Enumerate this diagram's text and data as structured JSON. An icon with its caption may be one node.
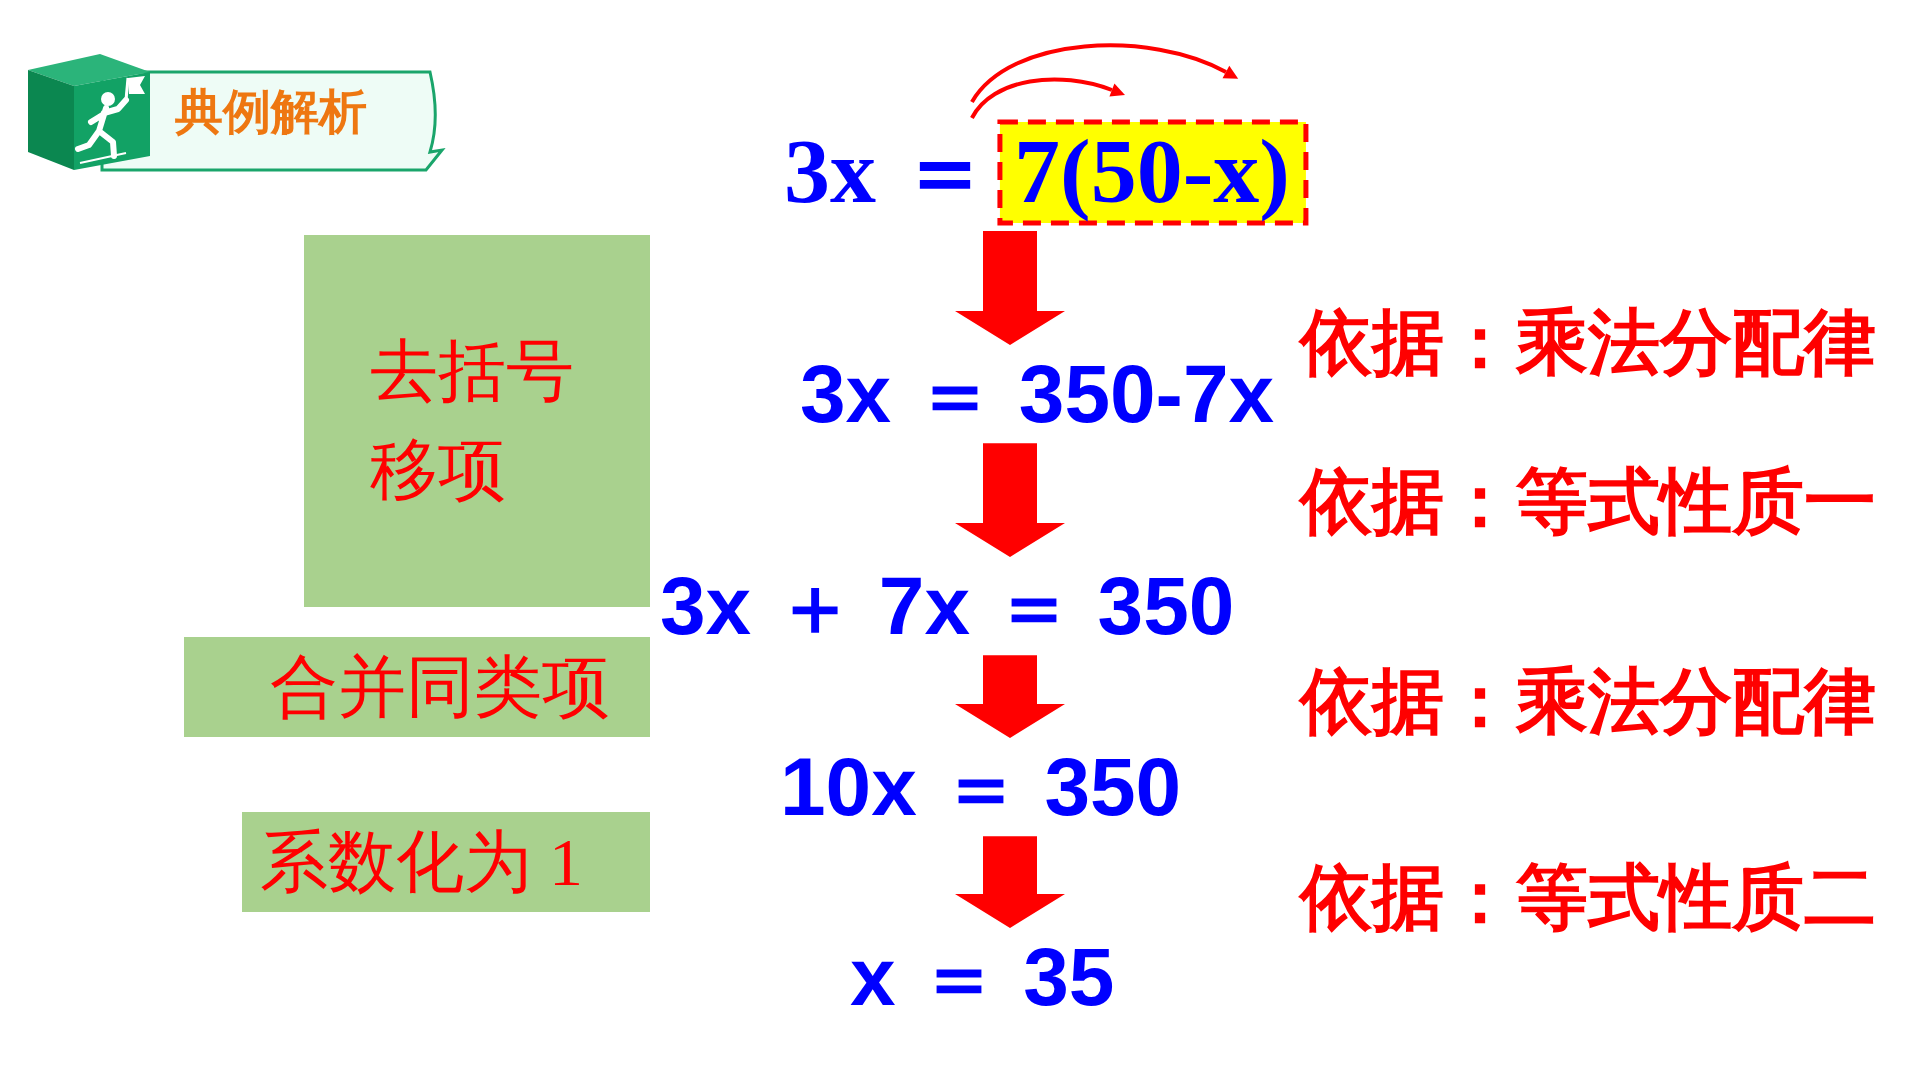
{
  "diagram": {
    "title": "典例解析",
    "nodes": [
      {
        "text": [
          "3x ＝ 7(50-x)"
        ]
      },
      {
        "text": [
          "3x ＝ 350-7x"
        ]
      },
      {
        "text": [
          "3x ＋ 7x ＝ 350"
        ]
      },
      {
        "text": [
          "10x ＝ 350"
        ]
      },
      {
        "text": [
          "x ＝ 35"
        ]
      },
      {
        "text": [
          "去括号移项"
        ]
      },
      {
        "text": [
          "合并同类项"
        ]
      },
      {
        "text": [
          "系数化为 1"
        ]
      }
    ],
    "edges": [
      {
        "from": 0,
        "to": 1,
        "arrow": "to"
      },
      {
        "from": 1,
        "to": 2,
        "arrow": "to"
      },
      {
        "from": 2,
        "to": 3,
        "arrow": "to"
      },
      {
        "from": 3,
        "to": 4,
        "arrow": "to"
      }
    ],
    "labels": [
      "依据：乘法分配律",
      "依据：等式性质一",
      "依据：乘法分配律",
      "依据：等式性质二"
    ]
  }
}
